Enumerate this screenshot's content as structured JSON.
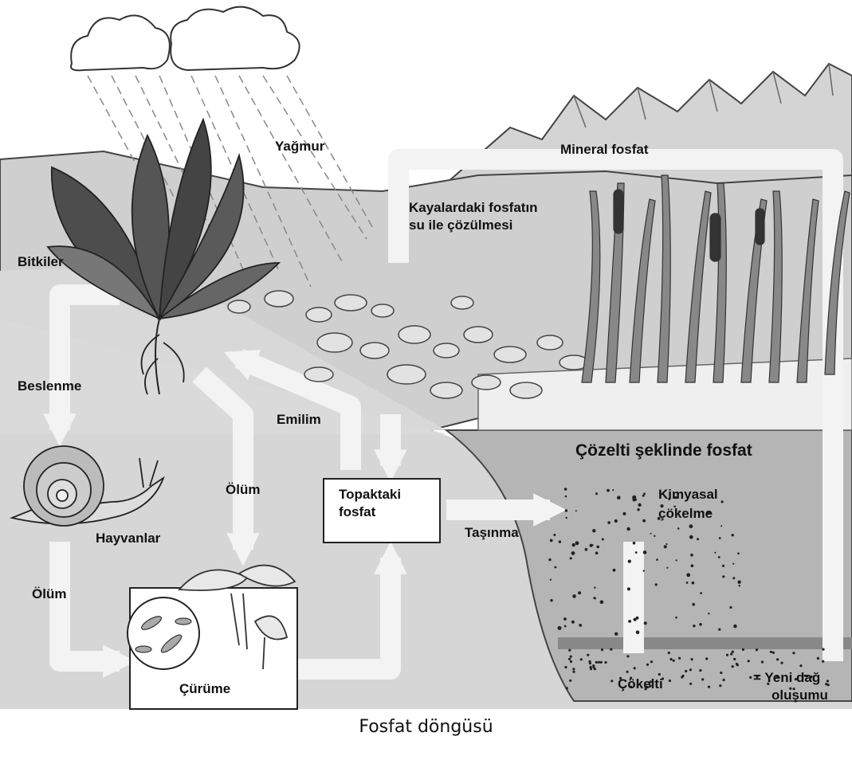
{
  "diagram": {
    "caption": "Fosfat döngüsü",
    "labels": {
      "rain": "Yağmur",
      "mineral_phosphate": "Mineral fosfat",
      "rock_dissolution_line1": "Kayalardaki fosfatın",
      "rock_dissolution_line2": "su ile çözülmesi",
      "plants": "Bitkiler",
      "feeding": "Beslenme",
      "absorption": "Emilim",
      "death_center": "Ölüm",
      "death_left": "Ölüm",
      "animals": "Hayvanlar",
      "soil_phosphate_line1": "Topaktaki",
      "soil_phosphate_line2": "fosfat",
      "transport": "Taşınma",
      "dissolved_phosphate": "Çözelti şeklinde fosfat",
      "chemical_line1": "Kimyasal",
      "chemical_line2": "çökelme",
      "decay": "Çürüme",
      "sediment": "Çökelti",
      "mountain_line1": "= Yeni dağ",
      "mountain_line2": "oluşumu"
    }
  }
}
